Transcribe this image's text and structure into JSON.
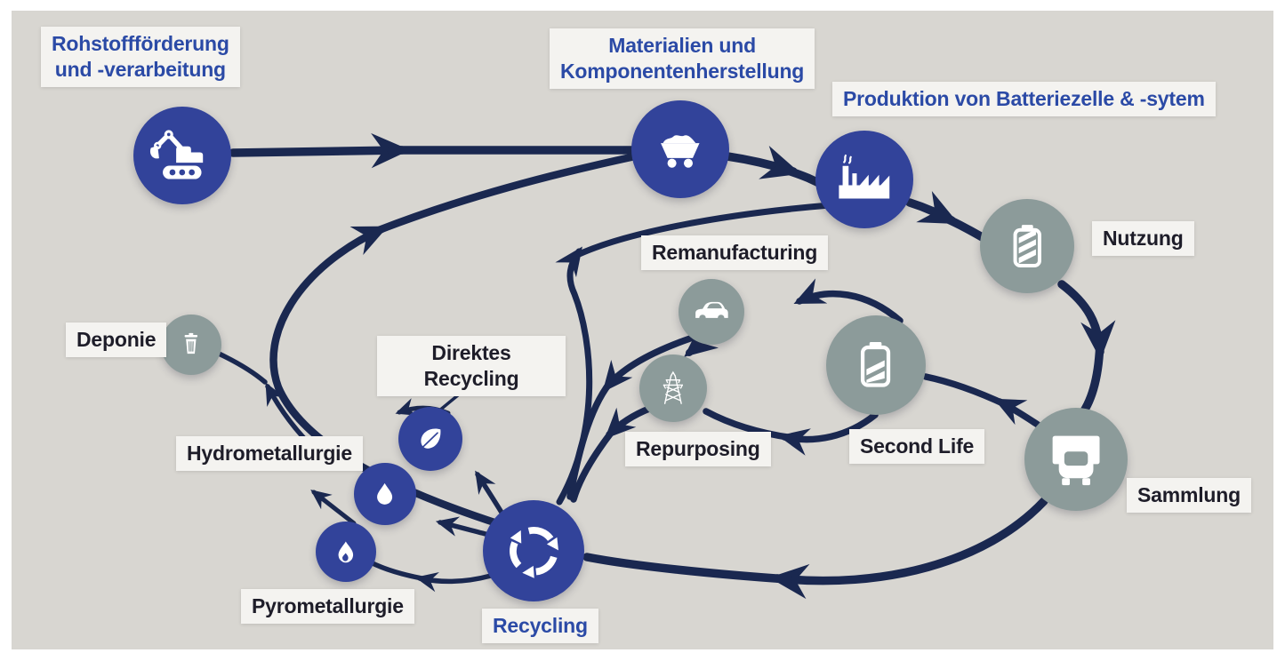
{
  "diagram_type": "battery-lifecycle-cycle-diagram",
  "language": "de",
  "colors": {
    "canvas_bg": "#d8d6d1",
    "frame": "#ffffff",
    "blue_node": "#32439a",
    "gray_node": "#8c9b9a",
    "arrow": "#1a2850",
    "label_bg": "#f4f3f0",
    "blue_text": "#2b4aa6",
    "dark_text": "#1e1d29"
  },
  "nodes": [
    {
      "id": "rohstoff",
      "label_lines": [
        "Rohstoffförderung",
        "und -verarbeitung"
      ],
      "icon": "excavator-icon",
      "circle": "blue",
      "text": "blue"
    },
    {
      "id": "materialien",
      "label_lines": [
        "Materialien und",
        "Komponentenherstellung"
      ],
      "icon": "minecart-icon",
      "circle": "blue",
      "text": "blue"
    },
    {
      "id": "produktion",
      "label_lines": [
        "Produktion von Batteriezelle & -sytem"
      ],
      "icon": "factory-icon",
      "circle": "blue",
      "text": "blue"
    },
    {
      "id": "nutzung",
      "label_lines": [
        "Nutzung"
      ],
      "icon": "battery-full-icon",
      "circle": "gray",
      "text": "dark"
    },
    {
      "id": "remanufacturing",
      "label_lines": [
        "Remanufacturing"
      ],
      "icon": "car-icon",
      "circle": "gray",
      "text": "dark"
    },
    {
      "id": "repurposing",
      "label_lines": [
        "Repurposing"
      ],
      "icon": "power-tower-icon",
      "circle": "gray",
      "text": "dark"
    },
    {
      "id": "second_life",
      "label_lines": [
        "Second Life"
      ],
      "icon": "battery-half-icon",
      "circle": "gray",
      "text": "dark"
    },
    {
      "id": "sammlung",
      "label_lines": [
        "Sammlung"
      ],
      "icon": "truck-icon",
      "circle": "gray",
      "text": "dark"
    },
    {
      "id": "recycling",
      "label_lines": [
        "Recycling"
      ],
      "icon": "recycle-icon",
      "circle": "blue",
      "text": "blue"
    },
    {
      "id": "direktes_recycling",
      "label_lines": [
        "Direktes",
        "Recycling"
      ],
      "icon": "leaf-icon",
      "circle": "blue",
      "text": "dark"
    },
    {
      "id": "hydrometallurgie",
      "label_lines": [
        "Hydrometallurgie"
      ],
      "icon": "water-drop-icon",
      "circle": "blue",
      "text": "dark"
    },
    {
      "id": "pyrometallurgie",
      "label_lines": [
        "Pyrometallurgie"
      ],
      "icon": "flame-icon",
      "circle": "blue",
      "text": "dark"
    },
    {
      "id": "deponie",
      "label_lines": [
        "Deponie"
      ],
      "icon": "trash-icon",
      "circle": "gray",
      "text": "dark"
    }
  ],
  "flows": [
    "rohstoff -> materialien",
    "materialien -> produktion",
    "produktion -> nutzung",
    "nutzung -> sammlung",
    "sammlung -> second_life",
    "sammlung -> recycling",
    "second_life -> remanufacturing",
    "second_life -> repurposing",
    "remanufacturing -> repurposing",
    "remanufacturing -> recycling",
    "repurposing -> recycling",
    "recycling -> materialien",
    "remanufacturing -> produktion",
    "recycling -> direktes_recycling",
    "recycling -> hydrometallurgie",
    "recycling -> pyrometallurgie",
    "hydrometallurgie -> deponie"
  ]
}
